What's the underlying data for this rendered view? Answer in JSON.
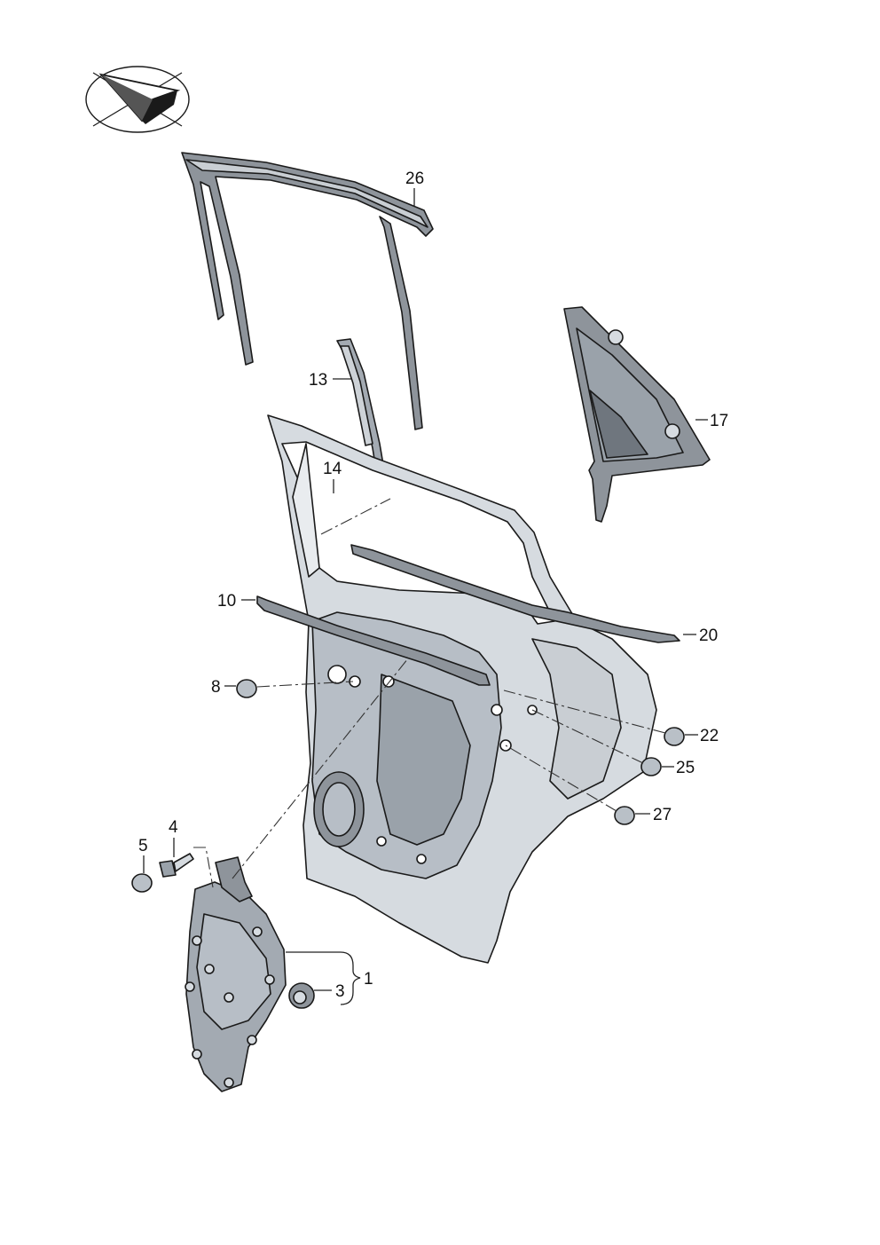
{
  "colors": {
    "ink": "#1a1a1a",
    "door_fill": "#d6dbe0",
    "door_shade": "#b7bec6",
    "door_light": "#e9ecef",
    "seal_fill": "#8e949b",
    "glass_fill": "#9aa2aa",
    "carrier_fill": "#a3aab2",
    "grommet_fill": "#b9c0c7"
  },
  "callouts": [
    {
      "id": "1",
      "text": "1"
    },
    {
      "id": "3",
      "text": "3"
    },
    {
      "id": "4",
      "text": "4"
    },
    {
      "id": "5",
      "text": "5"
    },
    {
      "id": "8",
      "text": "8"
    },
    {
      "id": "10",
      "text": "10"
    },
    {
      "id": "13",
      "text": "13"
    },
    {
      "id": "14",
      "text": "14"
    },
    {
      "id": "17",
      "text": "17"
    },
    {
      "id": "20",
      "text": "20"
    },
    {
      "id": "22",
      "text": "22"
    },
    {
      "id": "25",
      "text": "25"
    },
    {
      "id": "26",
      "text": "26"
    },
    {
      "id": "27",
      "text": "27"
    }
  ],
  "icons": {
    "orientation": "orientation-arrow-icon"
  }
}
